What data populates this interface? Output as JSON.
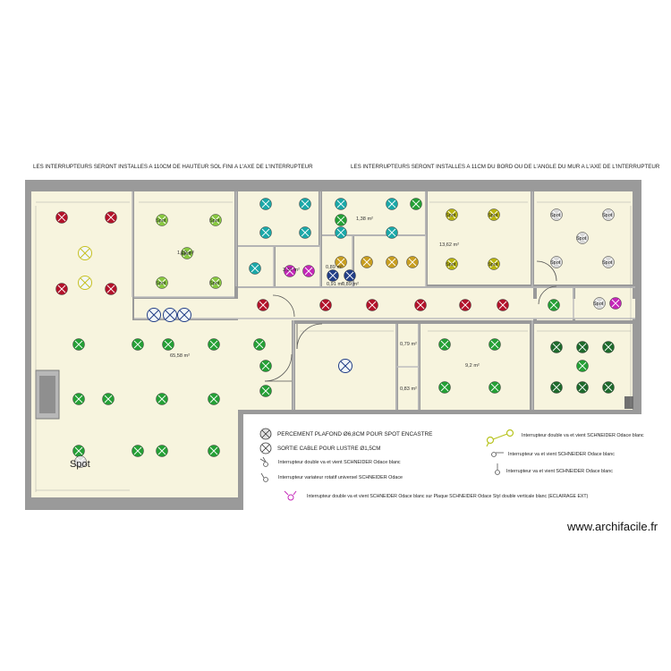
{
  "notes": {
    "left": "LES INTERRUPTEURS SERONT INSTALLES A 110CM DE HAUTEUR SOL FINI A L'AXE DE L'INTERRUPTEUR",
    "right": "LES INTERRUPTEURS SERONT INSTALLES A 11CM DU BORD OU DE L'ANGLE DU MUR A L'AXE DE L'INTERRUPTEUR"
  },
  "areas": {
    "a1": "65,58 m²",
    "a2": "13,62 m²",
    "a3": "9,2 m²",
    "a4": "0,79 m²",
    "a5": "0,83 m²",
    "a6": "1,38 m²",
    "a7": "1,29 m²",
    "a8": "3,31 m²",
    "a9": "0,89 m²",
    "a10": "0,91 m²",
    "a11": "0,89 m²"
  },
  "labels": {
    "spot": "Spot",
    "spot_big": "Spot"
  },
  "legend": {
    "spot_ceiling": "PERCEMENT PLAFOND Ø6,8CM POUR SPOT ENCASTRE",
    "cable_exit": "SORTIE CABLE POUR LUSTRE Ø1,5CM",
    "double_switch_1": "Interrupteur double va et vient SCHNEIDER Odace blanc",
    "dimmer": "Interrupteur variateur rotatif universel SCHNEIDER Odace",
    "double_switch_ext": "Interrupteur double va et vient SCHNEIDER Odace blanc sur Plaque SCHNEIDER Odace Styl double verticale blanc (ECLAIRAGE EXT)",
    "double_switch_2": "Interrupteur double va et vient SCHNEIDER Odace blanc",
    "single_switch_1": "Interrupteur va et vient SCHNEIDER Odace blanc",
    "single_switch_2": "Interrupteur va et vient SCHNEIDER Odace blanc"
  },
  "watermark": "www.archifacile.fr",
  "colors": {
    "floor": "#f7f4de",
    "wall": "#9a9a9a",
    "red": "#b3122a",
    "green": "#24a035",
    "lightgreen": "#88c840",
    "teal": "#1aa8a8",
    "yellow": "#b8b410",
    "gold": "#c89e20",
    "darkgreen": "#1e6a2c",
    "magenta": "#c426b8",
    "navy": "#223e86"
  }
}
